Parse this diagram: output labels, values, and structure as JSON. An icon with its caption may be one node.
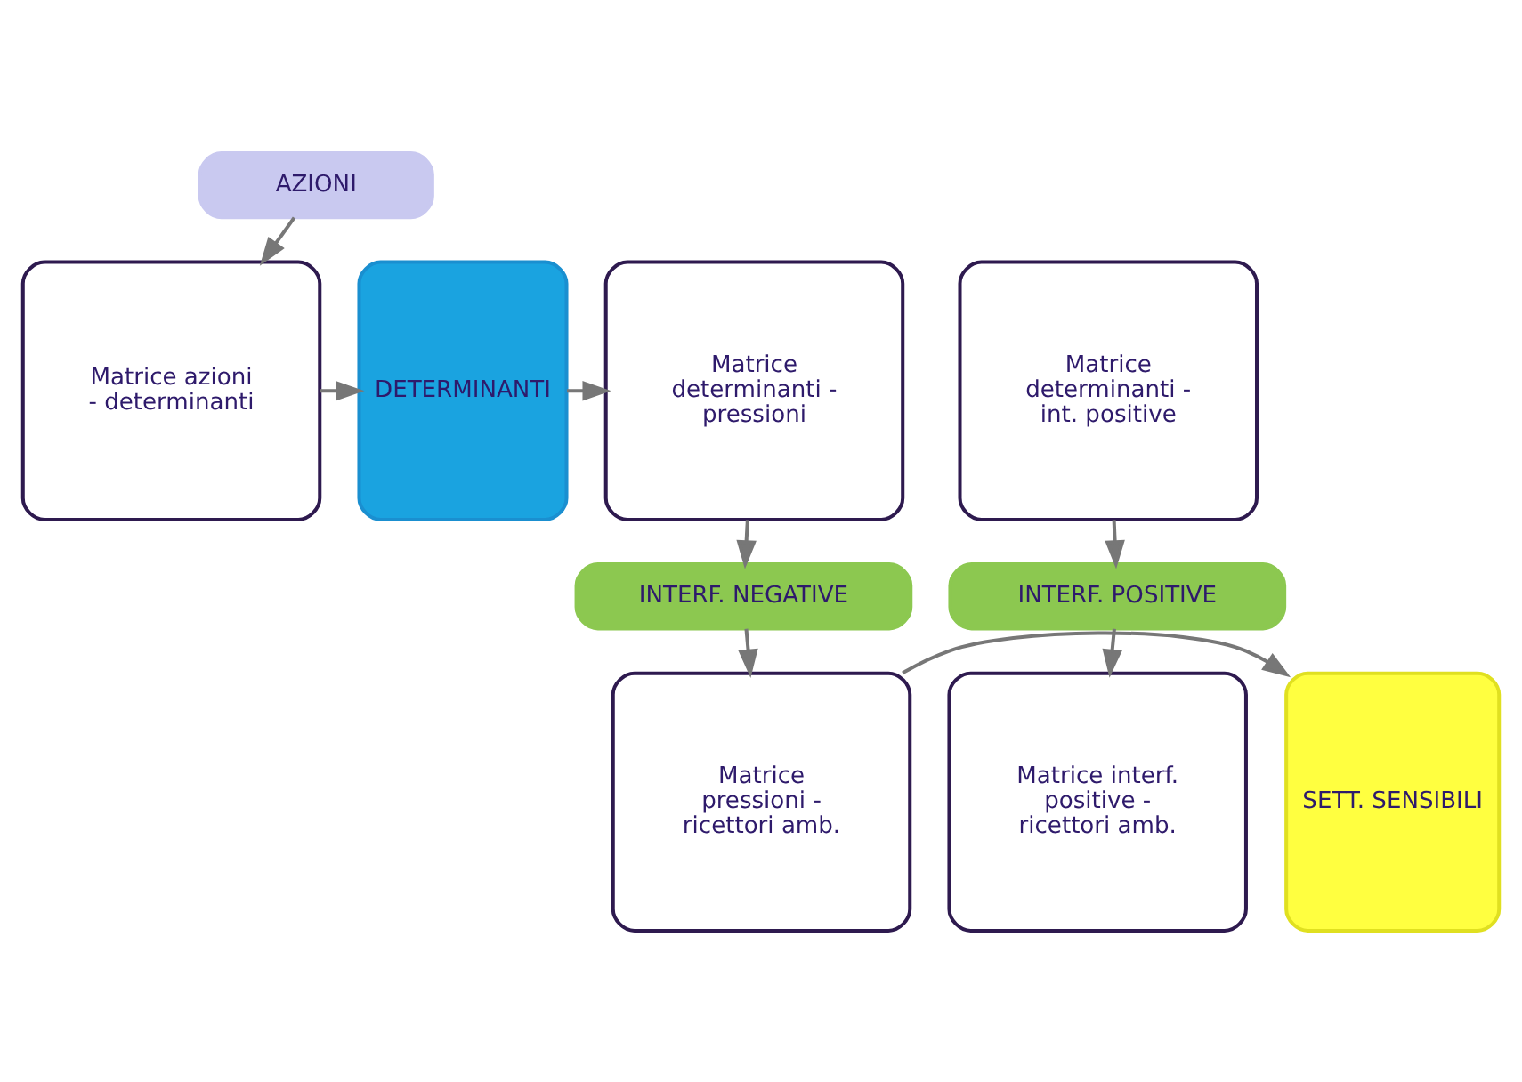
{
  "diagram": {
    "nodes": [
      {
        "text": [
          "AZIONI"
        ]
      },
      {
        "text": [
          "Matrice azioni - determinanti"
        ]
      },
      {
        "text": [
          "DETERMINANTI"
        ]
      },
      {
        "text": [
          "Matrice determinanti - pressioni"
        ]
      },
      {
        "text": [
          "Matrice determinanti - int. positive"
        ]
      },
      {
        "text": [
          "INTERF. NEGATIVE"
        ]
      },
      {
        "text": [
          "INTERF. POSITIVE"
        ]
      },
      {
        "text": [
          "SETT. SENSIBILI"
        ]
      },
      {
        "text": [
          "Matrice pressioni - ricettori amb."
        ]
      },
      {
        "text": [
          "Matrice interf. positive - ricettori amb."
        ]
      }
    ],
    "edges": [
      {
        "from": 0,
        "to": 1,
        "arrow": "to"
      },
      {
        "from": 1,
        "to": 2,
        "arrow": "to"
      },
      {
        "from": 2,
        "to": 3,
        "arrow": "to"
      },
      {
        "from": 3,
        "to": 5,
        "arrow": "to"
      },
      {
        "from": 5,
        "to": 8,
        "arrow": "to"
      },
      {
        "from": 4,
        "to": 6,
        "arrow": "to"
      },
      {
        "from": 6,
        "to": 9,
        "arrow": "to"
      },
      {
        "from": 8,
        "to": 7,
        "arrow": "to"
      }
    ]
  }
}
